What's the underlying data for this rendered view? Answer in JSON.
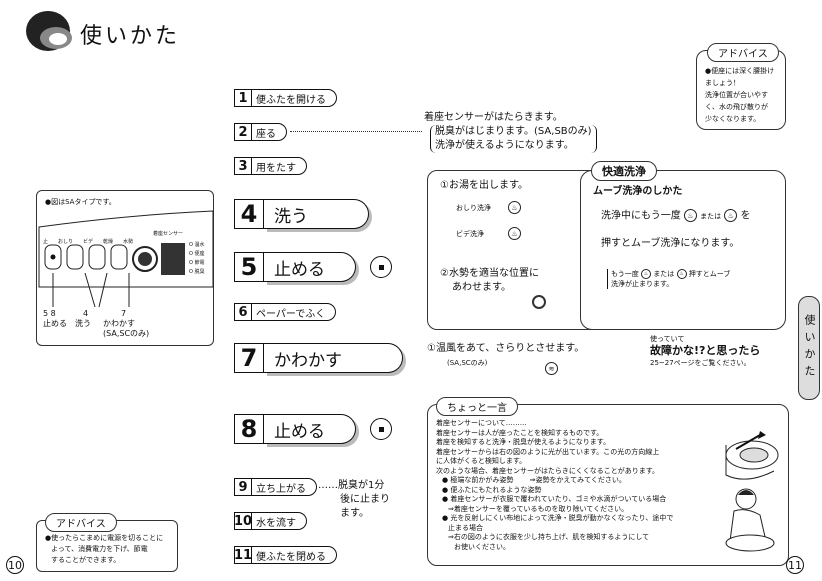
{
  "header": {
    "title": "使いかた"
  },
  "advice_top": {
    "label": "アドバイス",
    "lines": [
      "●便座には深く腰掛け",
      "ましょう！",
      "洗浄位置が合いやす",
      "く、水の飛び散りが",
      "少なくなります。"
    ]
  },
  "panel": {
    "note": "●図はSAタイプです。",
    "sensor_label": "着座センサー",
    "button_labels": [
      "止",
      "おしり",
      "ビデ",
      "乾燥",
      "水勢"
    ],
    "indicators": [
      "O 温水",
      "O 便座",
      "O 節電",
      "O 脱臭"
    ],
    "call1_nums": "5  8",
    "call1_text": "止める",
    "call2_num": "4",
    "call2_text": "洗う",
    "call3_num": "7",
    "call3_text": "かわかす",
    "call3_sub": "(SA,SCのみ)"
  },
  "steps": {
    "s1": {
      "num": "1",
      "label": "便ふたを開ける"
    },
    "s2": {
      "num": "2",
      "label": "座る"
    },
    "s3": {
      "num": "3",
      "label": "用をたす"
    },
    "s4": {
      "num": "4",
      "label": "洗う"
    },
    "s5": {
      "num": "5",
      "label": "止める"
    },
    "s6": {
      "num": "6",
      "label": "ペーパーでふく"
    },
    "s7": {
      "num": "7",
      "label": "かわかす"
    },
    "s8": {
      "num": "8",
      "label": "止める"
    },
    "s9": {
      "num": "9",
      "label": "立ち上がる"
    },
    "s10": {
      "num": "10",
      "label": "水を流す"
    },
    "s11": {
      "num": "11",
      "label": "便ふたを閉める"
    }
  },
  "seat_note": {
    "line1": "着座センサーがはたらきます。",
    "line2": "脱臭がはじまります。(SA,SBのみ)",
    "line3": "洗浄が使えるようになります。"
  },
  "wash_box": {
    "item1": "①お湯を出します。",
    "oshiri": "おしり洗浄",
    "bidet": "ビデ洗浄",
    "item2a": "②水勢を適当な位置に",
    "item2b": "あわせます。"
  },
  "comfort": {
    "label": "快適洗浄",
    "heading": "ムーブ洗浄のしかた",
    "l1a": "洗浄中にもう一度",
    "l1b": "または",
    "l1c": "を",
    "l2": "押すとムーブ洗浄になります。",
    "n1a": "もう一度",
    "n1b": "または",
    "n1c": "押すとムーブ",
    "n2": "洗浄が止まります。"
  },
  "dry_note": {
    "line1": "①温風をあて、さらりとさせます。",
    "line2": "(SA,SCのみ)"
  },
  "trouble": {
    "l1": "使っていて",
    "l2": "故障かな!?と思ったら",
    "l3": "25~27ページをご覧ください。"
  },
  "info": {
    "label": "ちょっと一言",
    "heading": "着座センサーについて………",
    "lines": [
      "着座センサーは人が座ったことを検知するものです。",
      "着座を検知すると洗浄・脱臭が使えるようになります。",
      "着座センサーからは右の図のように光が出ています。この光の方向線上",
      "に人体がくると検知します。",
      "次のような場合、着座センサーがはたらきにくくなることがあります。",
      "● 極端な前かがみ姿勢",
      "● 便ふたにもたれるような姿勢",
      "● 着座センサーが衣服で覆われていたり、ゴミや水滴がついている場合",
      "⇒着座センサーを覆っているものを取り除いてください。",
      "● 光を反射しにくい布地によって洗浄・脱臭が動かなくなったり、途中で",
      "止まる場合",
      "⇒右の図のように衣服を少し持ち上げ、肌を検知するようにして",
      "お使いください。"
    ],
    "posture_fix": "⇒姿勢をかえてみてください。"
  },
  "stand_note": {
    "line1": "脱臭が1分",
    "line2": "後に止まり",
    "line3": "ます。"
  },
  "advice_bottom": {
    "label": "アドバイス",
    "lines": [
      "●使ったらこまめに電源を切ることに",
      "よって、消費電力を下げ、節電",
      "することができます。"
    ]
  },
  "side_tab": "使いかた",
  "pages": {
    "left": "10",
    "right": "11"
  }
}
